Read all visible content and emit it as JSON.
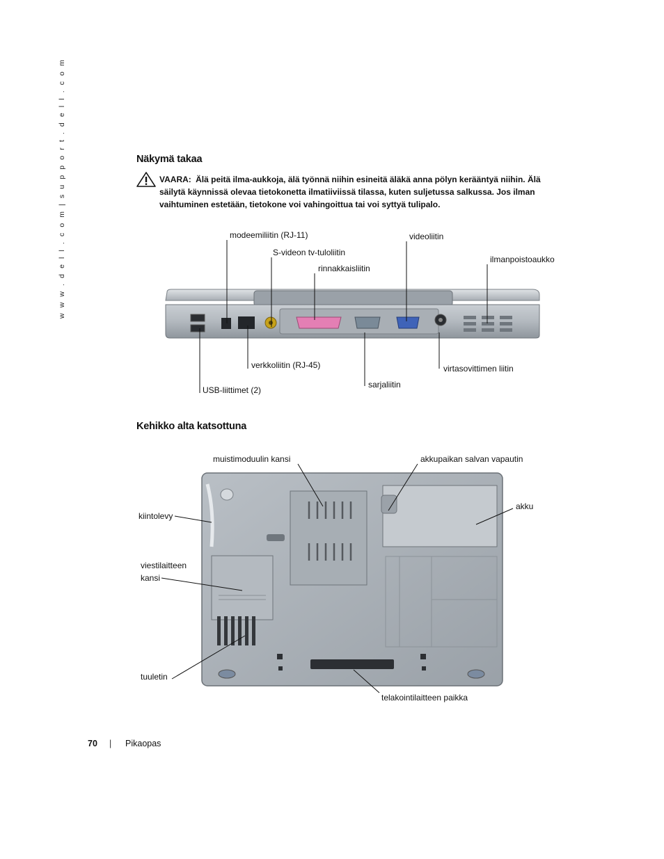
{
  "side_url": "w w w . d e l l . c o m  |  s u p p o r t . d e l l . c o m",
  "section1": {
    "title": "Näkymä takaa",
    "warning_label": "VAARA:",
    "warning_text": "Älä peitä ilma-aukkoja, älä työnnä niihin esineitä äläkä anna pölyn kerääntyä niihin. Älä säilytä käynnissä olevaa tietokonetta ilmatiiviissä tilassa, kuten suljetussa salkussa. Jos ilman vaihtuminen estetään, tietokone voi vahingoittua tai voi syttyä tulipalo.",
    "labels": {
      "modem": "modeemiliitin (RJ-11)",
      "svideo": "S-videon tv-tuloliitin",
      "parallel": "rinnakkaisliitin",
      "video": "videoliitin",
      "vent": "ilmanpoistoaukko",
      "network": "verkkoliitin (RJ-45)",
      "power": "virtasovittimen liitin",
      "serial": "sarjaliitin",
      "usb": "USB-liittimet (2)"
    }
  },
  "section2": {
    "title": "Kehikko alta katsottuna",
    "labels": {
      "memory": "muistimoduulin kansi",
      "latch": "akkupaikan salvan vapautin",
      "battery": "akku",
      "harddrive": "kiintolevy",
      "comm_line1": "viestilaitteen",
      "comm_line2": "kansi",
      "fan": "tuuletin",
      "dock": "telakointilaitteen paikka"
    }
  },
  "footer": {
    "page_number": "70",
    "separator": "|",
    "section": "Pikaopas"
  }
}
